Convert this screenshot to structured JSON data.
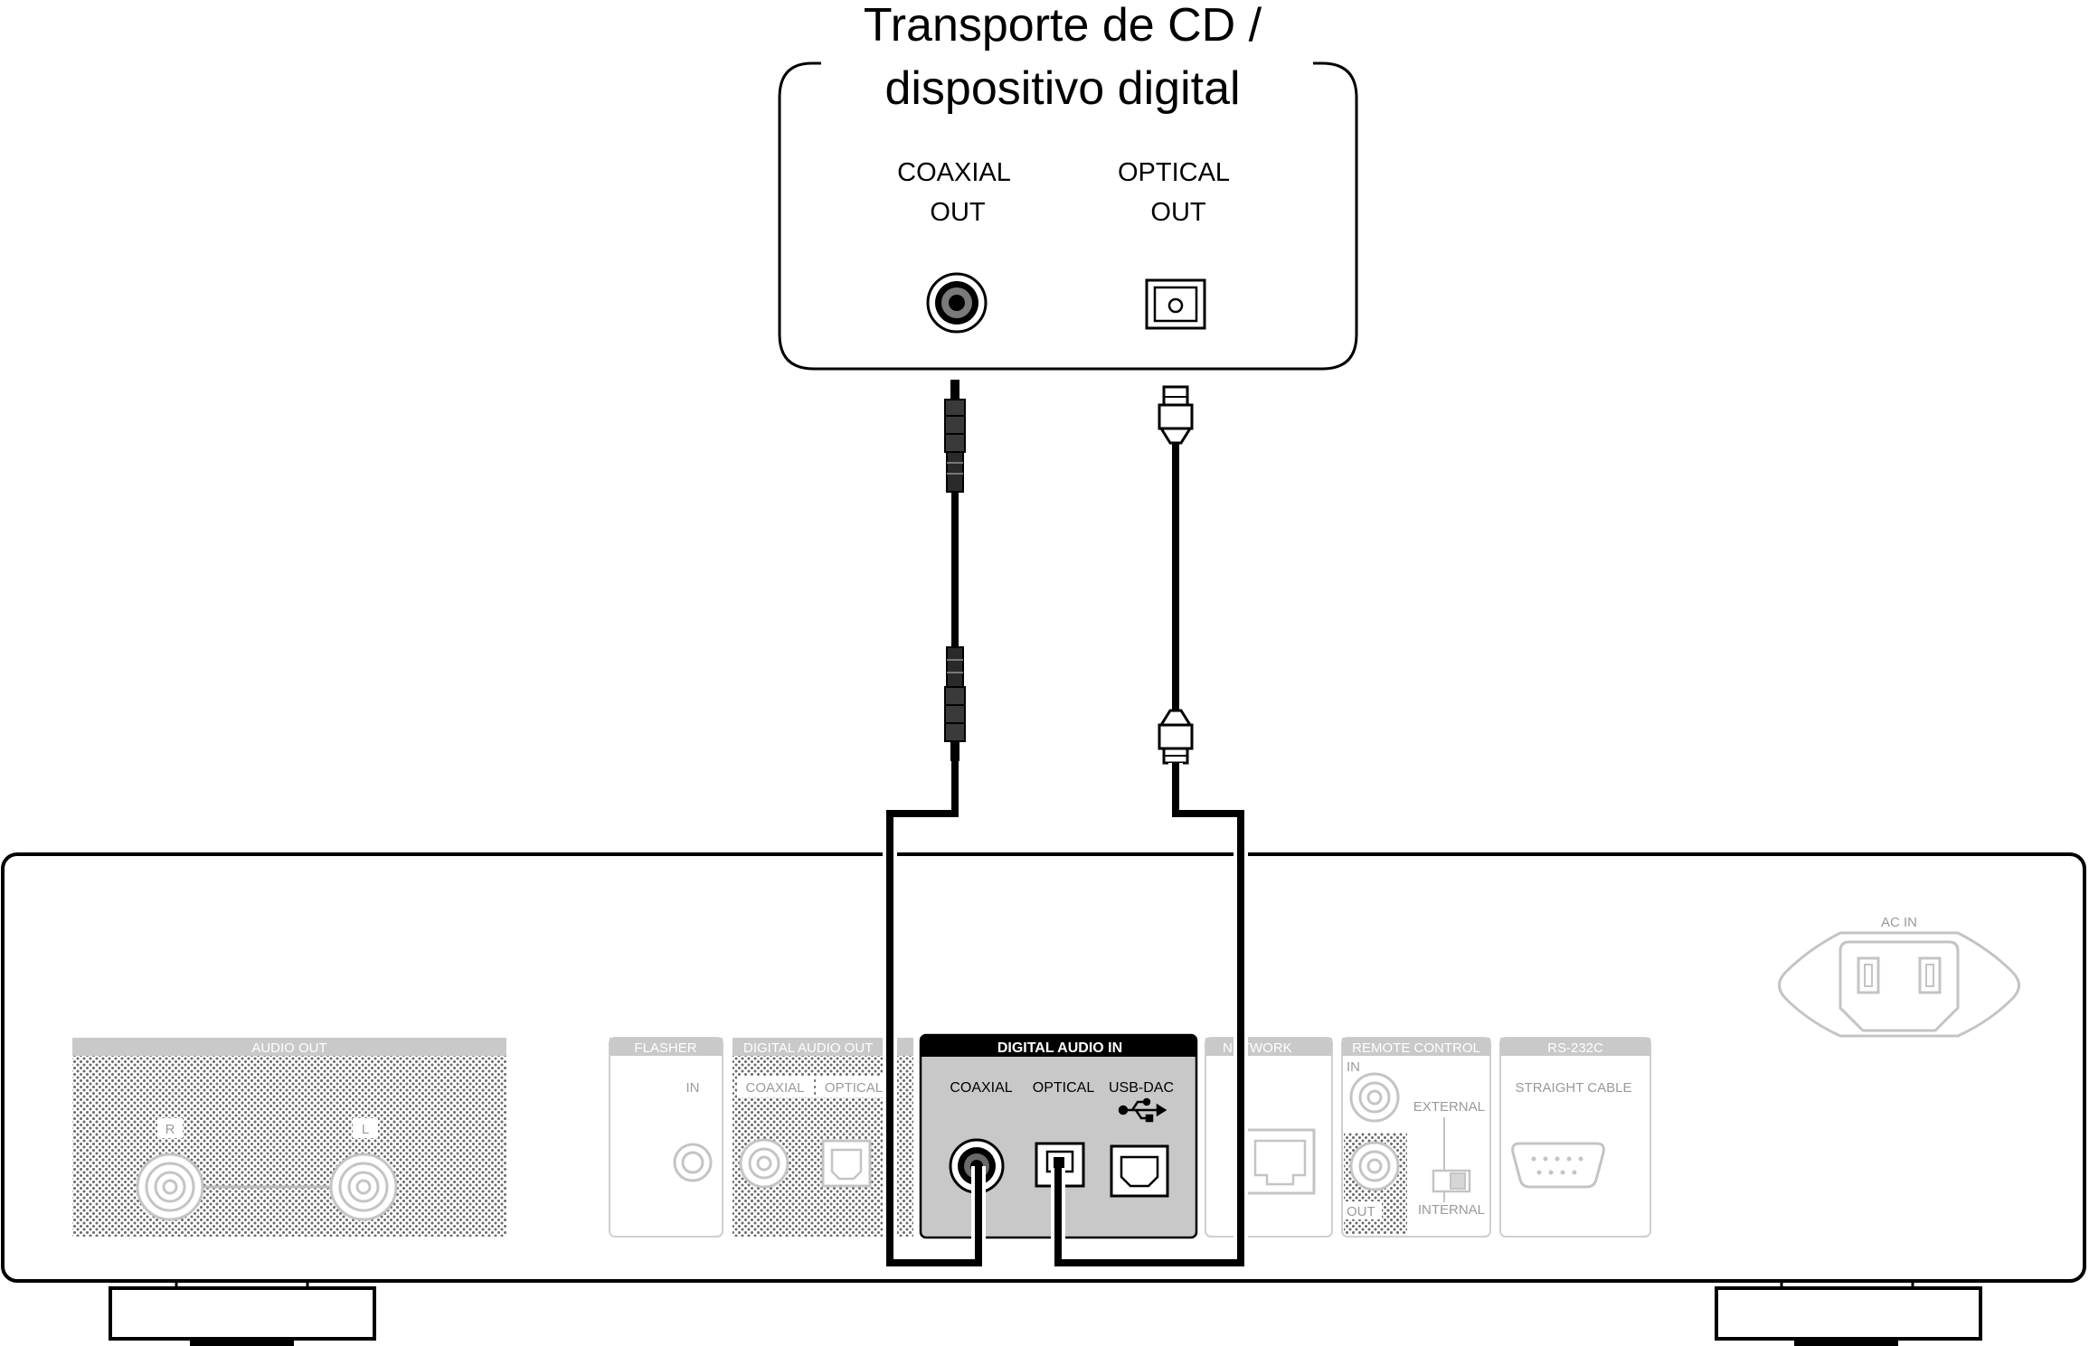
{
  "source_device": {
    "title_line1": "Transporte de CD /",
    "title_line2": "dispositivo digital",
    "coaxial_line1": "COAXIAL",
    "coaxial_line2": "OUT",
    "optical_line1": "OPTICAL",
    "optical_line2": "OUT"
  },
  "rear_panel": {
    "audio_out": {
      "title": "AUDIO OUT",
      "right": "R",
      "left": "L"
    },
    "flasher": {
      "title": "FLASHER",
      "in": "IN"
    },
    "digital_audio_out": {
      "title": "DIGITAL AUDIO OUT",
      "coaxial": "COAXIAL",
      "optical": "OPTICAL"
    },
    "digital_audio_in": {
      "title": "DIGITAL AUDIO IN",
      "coaxial": "COAXIAL",
      "optical": "OPTICAL",
      "usb": "USB-DAC"
    },
    "network": {
      "title": "NETWORK"
    },
    "remote_control": {
      "title": "REMOTE CONTROL",
      "in": "IN",
      "out": "OUT",
      "external": "EXTERNAL",
      "internal": "INTERNAL"
    },
    "rs232c": {
      "title": "RS-232C",
      "cable": "STRAIGHT CABLE"
    },
    "ac_in": "AC IN"
  },
  "colors": {
    "highlight_panel": "#c8c8c8",
    "dimmed_outline": "#cfcfcf",
    "cable": "#000000"
  }
}
